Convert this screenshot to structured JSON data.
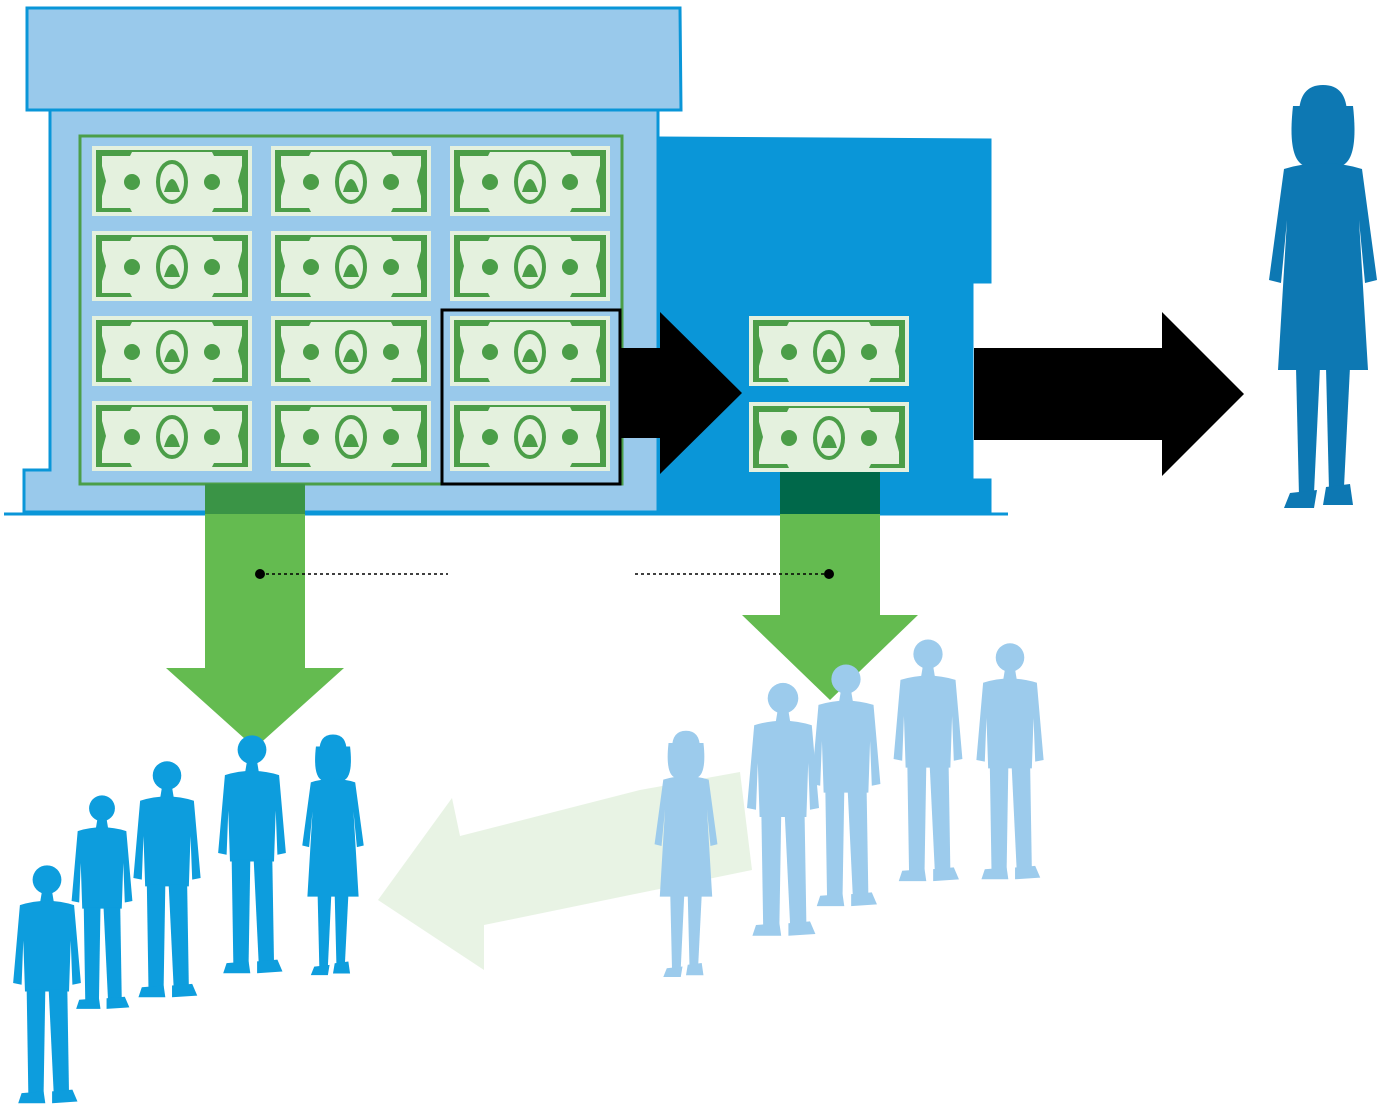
{
  "diagram": {
    "bank_large": {
      "bills": {
        "rows": 4,
        "cols": 3,
        "count": 12
      },
      "highlighted_bills": 2
    },
    "bank_small": {
      "bills": {
        "count": 2
      }
    },
    "crowd_dark": {
      "people": 5
    },
    "crowd_light": {
      "people": 5
    },
    "single_person": {
      "people": 1
    },
    "arrows": [
      "black-arrow-large-to-small-bank",
      "black-arrow-small-bank-to-person",
      "green-arrow-large-bank-down",
      "green-arrow-small-bank-down",
      "faded-green-arrow-light-crowd-to-dark-crowd"
    ],
    "colors": {
      "light_blue": "#99c9eb",
      "mid_blue": "#0a96d8",
      "person_blue": "#0d78b3",
      "crowd_dark": "#0d9ddd",
      "crowd_light": "#9ccbec",
      "money_green": "#4b9e48",
      "money_light": "#e4f1de",
      "arrow_green": "#64bb50",
      "arrow_green_dark": "#3a9446",
      "arrow_faded": "#e6f2e1",
      "black": "#000000"
    }
  }
}
